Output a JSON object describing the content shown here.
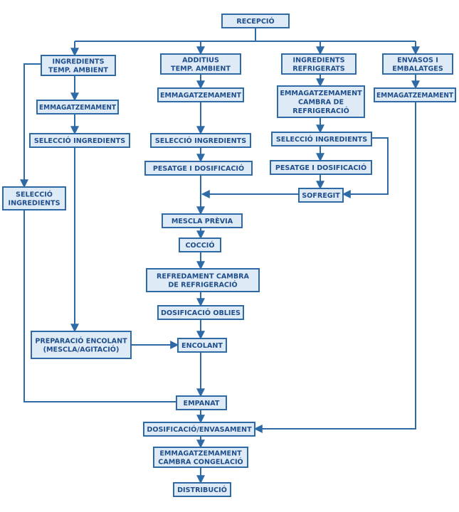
{
  "nodes": [
    {
      "id": "recepcio",
      "lines": [
        "RECEPCIÓ"
      ]
    },
    {
      "id": "ing_temp",
      "lines": [
        "INGREDIENTS",
        "TEMP. AMBIENT"
      ]
    },
    {
      "id": "additius",
      "lines": [
        "ADDITIUS",
        "TEMP. AMBIENT"
      ]
    },
    {
      "id": "ing_refr",
      "lines": [
        "INGREDIENTS",
        "REFRIGERATS"
      ]
    },
    {
      "id": "envasos",
      "lines": [
        "ENVASOS I",
        "EMBALATGES"
      ]
    },
    {
      "id": "emm1",
      "lines": [
        "EMMAGATZEMAMENT"
      ]
    },
    {
      "id": "emm2",
      "lines": [
        "EMMAGATZEMAMENT"
      ]
    },
    {
      "id": "emm3",
      "lines": [
        "EMMAGATZEMAMENT",
        "CAMBRA DE",
        "REFRIGERACIÓ"
      ]
    },
    {
      "id": "emm4",
      "lines": [
        "EMMAGATZEMAMENT"
      ]
    },
    {
      "id": "sel1",
      "lines": [
        "SELECCIÓ INGREDIENTS"
      ]
    },
    {
      "id": "sel2",
      "lines": [
        "SELECCIÓ INGREDIENTS"
      ]
    },
    {
      "id": "sel3",
      "lines": [
        "SELECCIÓ INGREDIENTS"
      ]
    },
    {
      "id": "pes2",
      "lines": [
        "PESATGE I DOSIFICACIÓ"
      ]
    },
    {
      "id": "pes3",
      "lines": [
        "PESATGE I DOSIFICACIÓ"
      ]
    },
    {
      "id": "sel_left",
      "lines": [
        "SELECCIÓ",
        "INGREDIENTS"
      ]
    },
    {
      "id": "sofregit",
      "lines": [
        "SOFREGIT"
      ]
    },
    {
      "id": "mescla",
      "lines": [
        "MESCLA PRÈVIA"
      ]
    },
    {
      "id": "coccio",
      "lines": [
        "COCCIÓ"
      ]
    },
    {
      "id": "refredament",
      "lines": [
        "REFREDAMENT CAMBRA",
        "DE REFRIGERACIÓ"
      ]
    },
    {
      "id": "dosif_oblies",
      "lines": [
        "DOSIFICACIÓ OBLIES"
      ]
    },
    {
      "id": "preparacio",
      "lines": [
        "PREPARACIÓ ENCOLANT",
        "(MESCLA/AGITACIÓ)"
      ]
    },
    {
      "id": "encolant",
      "lines": [
        "ENCOLANT"
      ]
    },
    {
      "id": "empanat",
      "lines": [
        "EMPANAT"
      ]
    },
    {
      "id": "dosif_env",
      "lines": [
        "DOSIFICACIÓ/ENVASAMENT"
      ]
    },
    {
      "id": "emm_cong",
      "lines": [
        "EMMAGATZEMAMENT",
        "CAMBRA CONGELACIÓ"
      ]
    },
    {
      "id": "distribucio",
      "lines": [
        "DISTRIBUCIÓ"
      ]
    }
  ]
}
